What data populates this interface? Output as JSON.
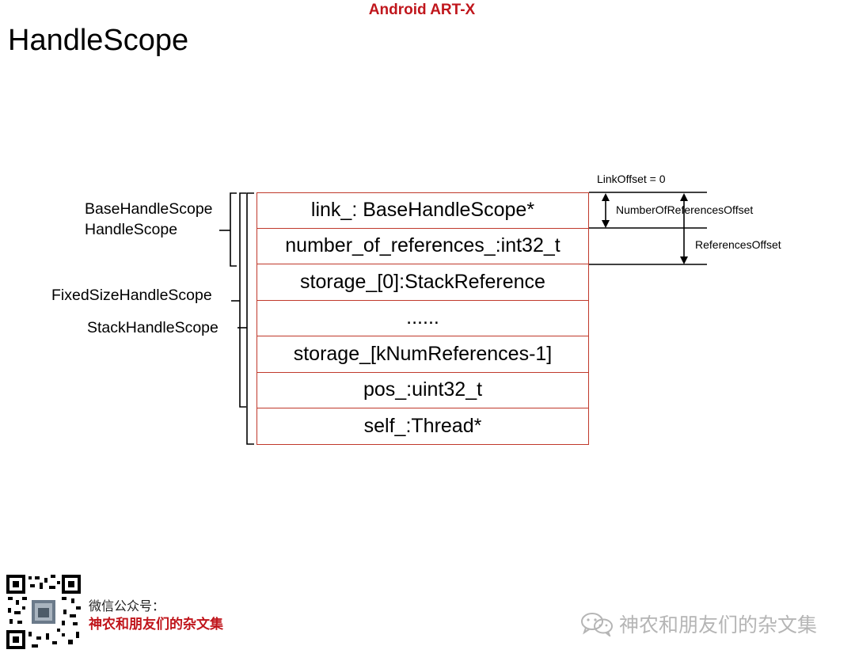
{
  "header": {
    "title": "Android ART-X"
  },
  "page": {
    "title": "HandleScope"
  },
  "diagram": {
    "rows": [
      "link_:  BaseHandleScope*",
      "number_of_references_:int32_t",
      "storage_[0]:StackReference",
      "......",
      "storage_[kNumReferences-1]",
      "pos_:uint32_t",
      "self_:Thread*"
    ],
    "left_labels": {
      "base_handle_scope": "BaseHandleScope",
      "handle_scope": "HandleScope",
      "fixed_size_handle_scope": "FixedSizeHandleScope",
      "stack_handle_scope": "StackHandleScope"
    },
    "offsets": {
      "link_offset": "LinkOffset = 0",
      "number_of_references_offset": "NumberOfReferencesOffset",
      "references_offset": "ReferencesOffset"
    },
    "colors": {
      "row_border": "#c0392b",
      "accent": "#c0161c"
    }
  },
  "footer": {
    "label": "微信公众号：",
    "account_name": "神农和朋友们的杂文集",
    "watermark_text": "神农和朋友们的杂文集",
    "qr_icon": "qr-code-icon",
    "watermark_icon": "wechat-icon"
  }
}
